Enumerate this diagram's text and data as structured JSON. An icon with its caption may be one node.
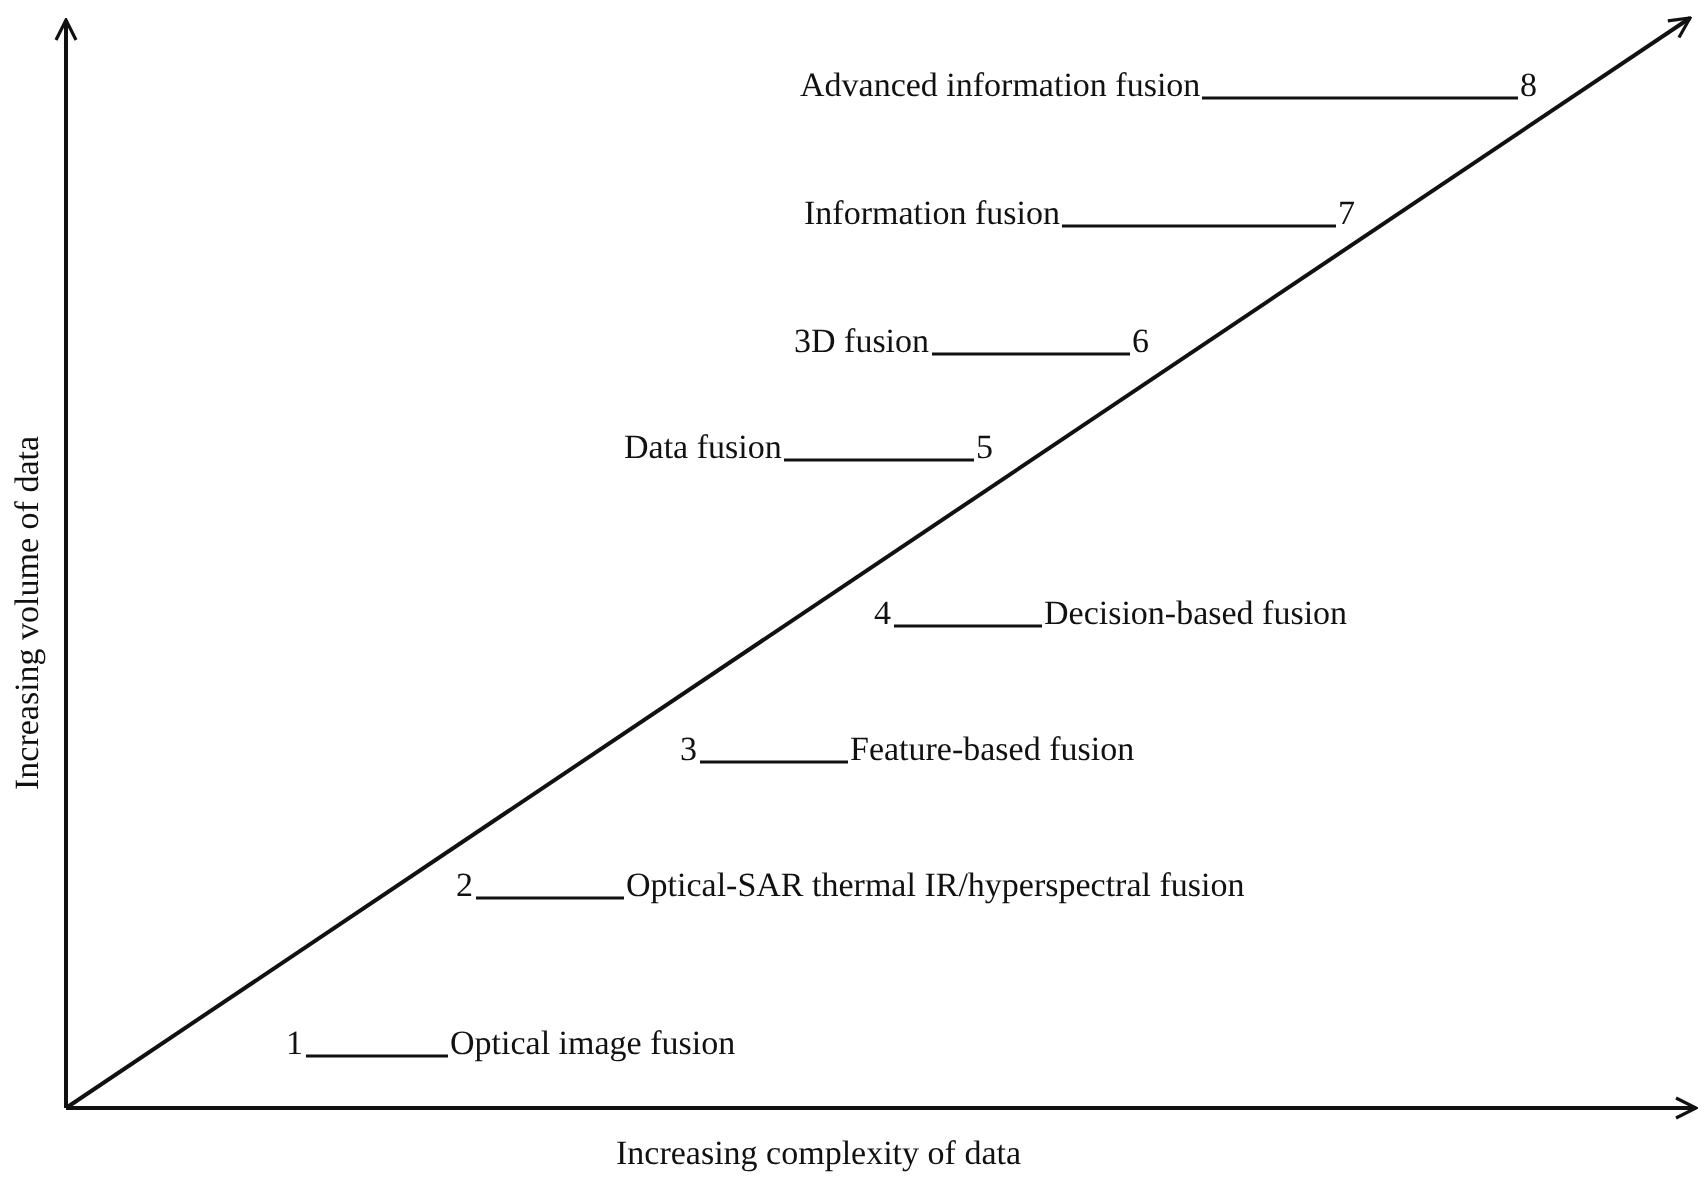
{
  "diagram": {
    "nodes": [
      {
        "text": [
          "Advanced information fusion"
        ]
      },
      {
        "text": [
          "8"
        ]
      },
      {
        "text": [
          "Information fusion"
        ]
      },
      {
        "text": [
          "7"
        ]
      },
      {
        "text": [
          "3D fusion"
        ]
      },
      {
        "text": [
          "6"
        ]
      },
      {
        "text": [
          "Data fusion"
        ]
      },
      {
        "text": [
          "5"
        ]
      },
      {
        "text": [
          "4"
        ]
      },
      {
        "text": [
          "Decision-based fusion"
        ]
      },
      {
        "text": [
          "3"
        ]
      },
      {
        "text": [
          "Feature-based fusion"
        ]
      },
      {
        "text": [
          "2"
        ]
      },
      {
        "text": [
          "Optical-SAR thermal IR/hyperspectral fusion"
        ]
      },
      {
        "text": [
          "1"
        ]
      },
      {
        "text": [
          "Optical image fusion"
        ]
      }
    ],
    "edges": [
      {
        "from": 0,
        "to": 1,
        "arrow": "none"
      },
      {
        "from": 2,
        "to": 3,
        "arrow": "none"
      },
      {
        "from": 4,
        "to": 5,
        "arrow": "none"
      },
      {
        "from": 6,
        "to": 7,
        "arrow": "none"
      },
      {
        "from": 8,
        "to": 9,
        "arrow": "none"
      },
      {
        "from": 10,
        "to": 11,
        "arrow": "none"
      },
      {
        "from": 12,
        "to": 13,
        "arrow": "none"
      },
      {
        "from": 14,
        "to": 15,
        "arrow": "none"
      }
    ],
    "labels": [
      "Increasing volume of data",
      "Increasing complexity of data"
    ]
  }
}
